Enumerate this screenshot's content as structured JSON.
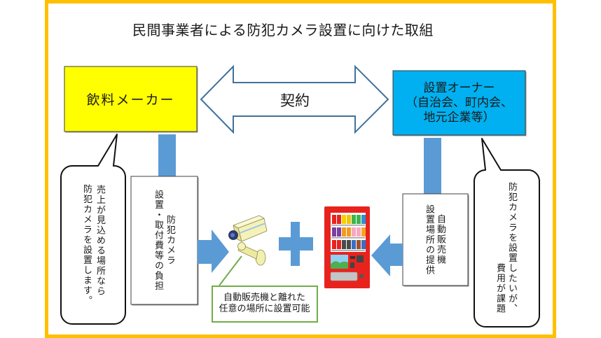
{
  "title": "民間事業者による防犯カメラ設置に向けた取組",
  "maker_box": {
    "label": "飲料メーカー"
  },
  "owner_box": {
    "lines": [
      "設置オーナー",
      "（自治会、町内会、",
      "地元企業等）"
    ]
  },
  "contract_arrow": {
    "label": "契約"
  },
  "maker_bubble": {
    "lines": [
      "売上が見込める場所なら",
      "防犯カメラを設置します。"
    ]
  },
  "maker_role_box": {
    "lines": [
      "防犯カメラ",
      "設置・取付費等の負担"
    ]
  },
  "owner_role_box": {
    "lines": [
      "自動販売機",
      "設置場所の提供"
    ]
  },
  "owner_bubble": {
    "lines": [
      "防犯カメラを設置したいが、",
      "費用が課題"
    ]
  },
  "camera_note": {
    "lines": [
      "自動販売機と離れた",
      "任意の場所に設置可能"
    ]
  },
  "icons": {
    "camera": "security-camera-icon",
    "plus": "plus-icon",
    "vending_machine": "vending-machine-icon",
    "contract": "double-arrow-icon"
  },
  "colors": {
    "frame": "#FFC000",
    "maker": "#FFFF00",
    "owner": "#00B0F0",
    "flow_arrow": "#5B9BD5",
    "contract_stroke": "#41719C",
    "note_border": "#70AD47",
    "vending_body": "#E8231E"
  }
}
